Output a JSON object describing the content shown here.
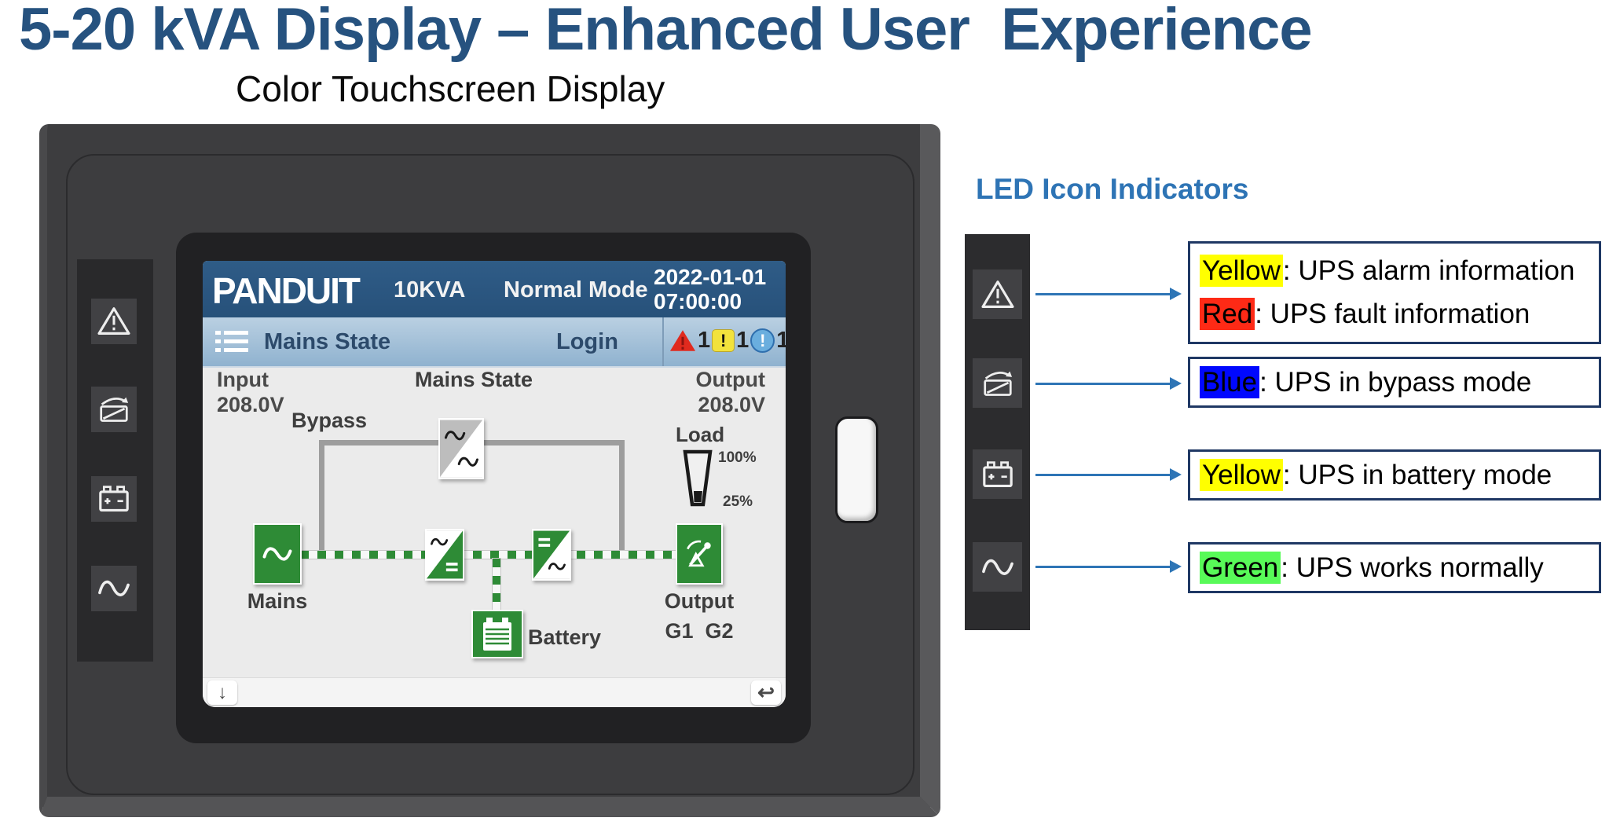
{
  "slide": {
    "title": "5-20 kVA Display – Enhanced User  Experience",
    "subtitle": "Color Touchscreen Display",
    "legend_heading": "LED Icon Indicators"
  },
  "display": {
    "brand": "PANDUIT",
    "rating": "10KVA",
    "mode": "Normal Mode",
    "date": "2022-01-01",
    "time": "07:00:00",
    "nav": {
      "screen_title": "Mains State",
      "login_label": "Login",
      "alarms": [
        {
          "type": "fault",
          "glyph": "!",
          "count": "1"
        },
        {
          "type": "warning",
          "glyph": "!",
          "count": "1"
        },
        {
          "type": "info",
          "glyph": "!",
          "count": "1"
        }
      ]
    },
    "mimic": {
      "input_label": "Input",
      "input_value": "208.0V",
      "center_title": "Mains State",
      "output_label": "Output",
      "output_value": "208.0V",
      "bypass_label": "Bypass",
      "mains_label": "Mains",
      "battery_label": "Battery",
      "output_block_label": "Output",
      "output_group1": "G1",
      "output_group2": "G2",
      "load_label": "Load",
      "load_max": "100%",
      "load_value": "25%"
    },
    "bottombar": {
      "down_arrow_glyph": "↓",
      "back_arrow_glyph": "↩"
    }
  },
  "led_icons": {
    "alarm": "warning-triangle-icon",
    "bypass": "bypass-icon",
    "battery": "battery-icon",
    "normal": "sine-wave-icon"
  },
  "legend": {
    "rows": [
      {
        "lines": [
          {
            "highlight": "Yellow",
            "highlight_color": "#ffff00",
            "text": ": UPS alarm information"
          },
          {
            "highlight": "Red",
            "highlight_color": "#fe2a16",
            "text": ": UPS fault information"
          }
        ]
      },
      {
        "lines": [
          {
            "highlight": "Blue",
            "highlight_color": "#0008fe",
            "text": ": UPS in bypass mode"
          }
        ]
      },
      {
        "lines": [
          {
            "highlight": "Yellow",
            "highlight_color": "#ffff00",
            "text": ": UPS in battery mode"
          }
        ]
      },
      {
        "lines": [
          {
            "highlight": "Green",
            "highlight_color": "#58fa58",
            "text": ": UPS works normally"
          }
        ]
      }
    ]
  },
  "colors": {
    "accent-title": "#26527f",
    "accent-heading": "#2e74b5",
    "arrow-blue": "#2e75b6",
    "box-border": "#1f3864",
    "ups-green": "#2e8b36",
    "header-blue": "#2a567e",
    "hl-yellow": "#ffff00",
    "hl-red": "#fe2a16",
    "hl-blue": "#0008fe",
    "hl-green": "#58fa58"
  }
}
